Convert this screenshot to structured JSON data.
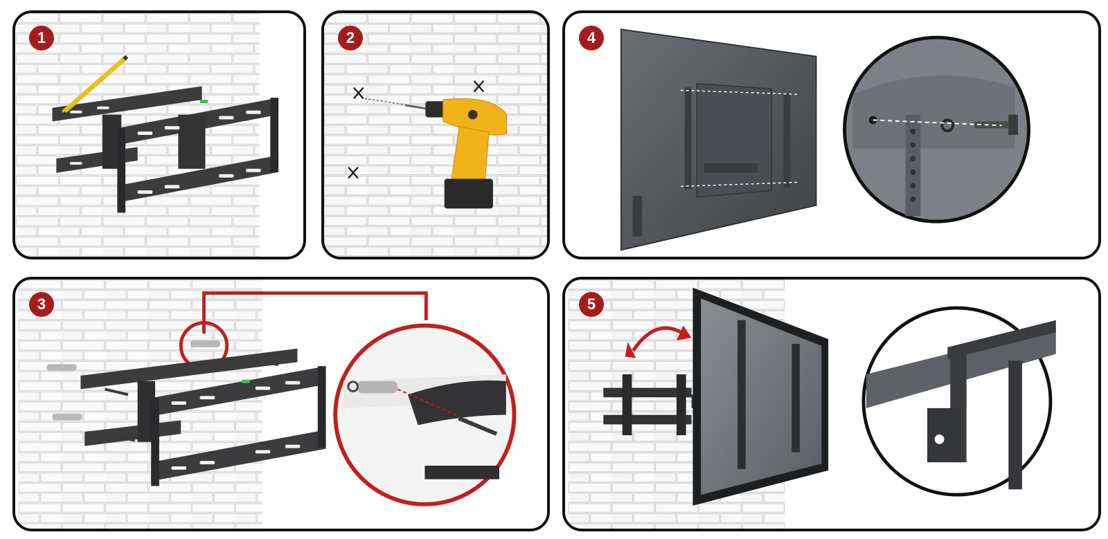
{
  "steps": {
    "s1": "1",
    "s2": "2",
    "s3": "3",
    "s4": "4",
    "s5": "5"
  },
  "colors": {
    "badge": "#a51c1c",
    "bracket": "#3c3c3e",
    "drill_body": "#f2b21a",
    "callout_red": "#c0201e",
    "tv_back": "#5a5d61"
  },
  "icons": [
    "pencil-icon",
    "drill-icon",
    "x-mark-icon",
    "screw-icon",
    "arrow-icon"
  ]
}
